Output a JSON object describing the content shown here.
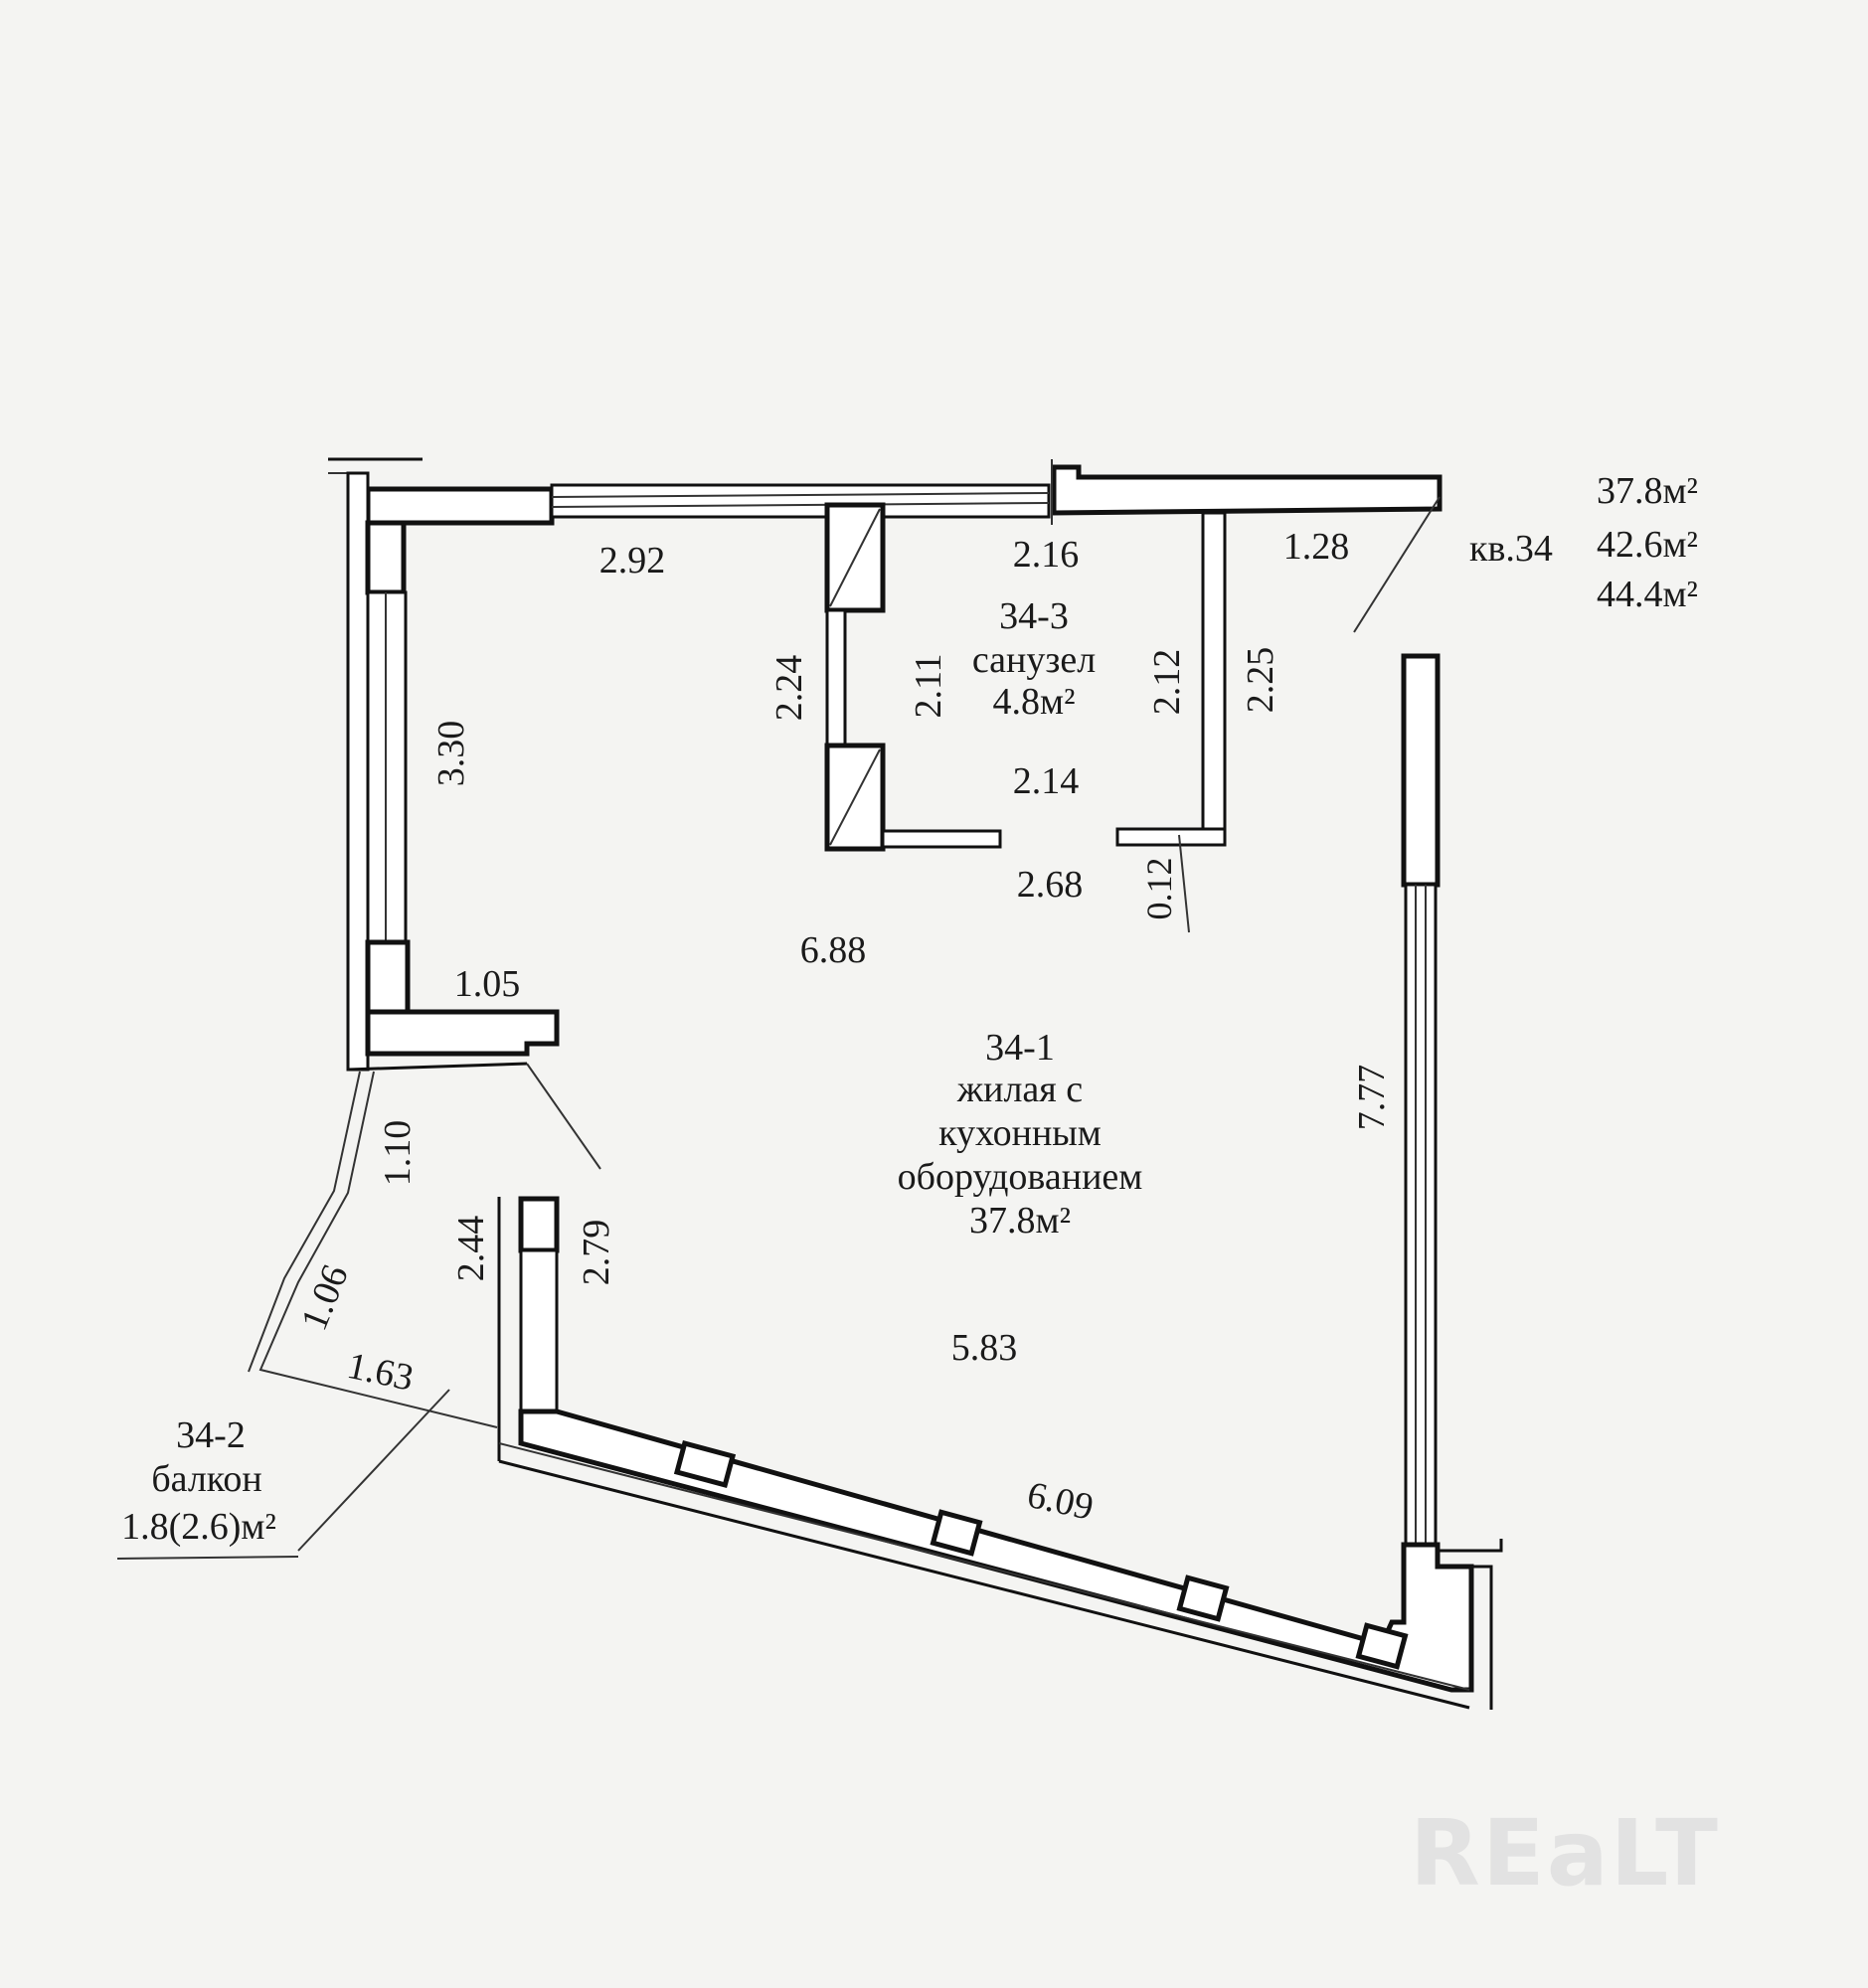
{
  "apartment": {
    "label": "кв.34",
    "areas": [
      "37.8м²",
      "42.6м²",
      "44.4м²"
    ]
  },
  "rooms": {
    "living": {
      "code": "34-1",
      "name_lines": [
        "жилая с",
        "кухонным",
        "оборудованием"
      ],
      "area": "37.8м²"
    },
    "bathroom": {
      "code": "34-3",
      "name": "санузел",
      "area": "4.8м²"
    },
    "balcony": {
      "code": "34-2",
      "name": "балкон",
      "area": "1.8(2.6)м²"
    }
  },
  "dimensions": {
    "d_292": "2.92",
    "d_216": "2.16",
    "d_128": "1.28",
    "d_330": "3.30",
    "d_224": "2.24",
    "d_211": "2.11",
    "d_212": "2.12",
    "d_225": "2.25",
    "d_214": "2.14",
    "d_268": "2.68",
    "d_012": "0.12",
    "d_688": "6.88",
    "d_105": "1.05",
    "d_777": "7.77",
    "d_110": "1.10",
    "d_244": "2.44",
    "d_279": "2.79",
    "d_106": "1.06",
    "d_163": "1.63",
    "d_583": "5.83",
    "d_609": "6.09"
  },
  "watermark": "REaLT"
}
